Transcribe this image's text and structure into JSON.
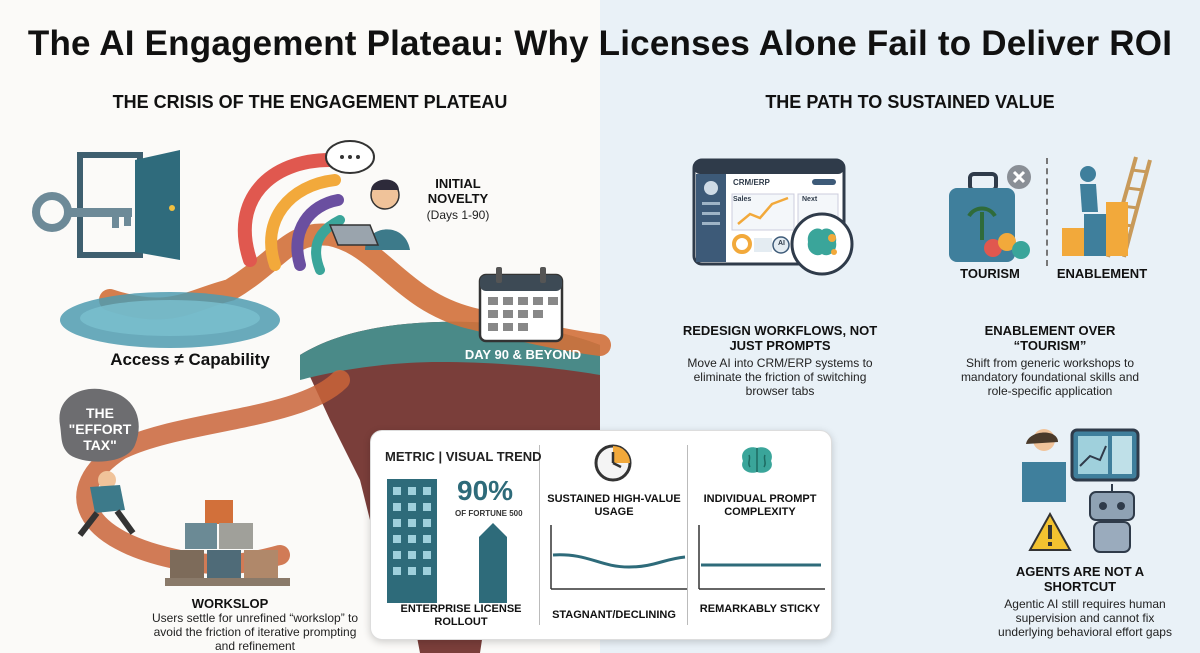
{
  "title": "The AI Engagement Plateau: Why Licenses Alone Fail to Deliver ROI",
  "left": {
    "heading": "THE CRISIS OF THE ENGAGEMENT PLATEAU",
    "access_label": "Access ≠ Capability",
    "novelty_title": "INITIAL NOVELTY",
    "novelty_sub": "(Days 1-90)",
    "day90_label": "DAY 90 & BEYOND",
    "effort_tax": "THE \"EFFORT TAX\"",
    "workslop_title": "WORKSLOP",
    "workslop_desc": "Users settle for unrefined “workslop” to avoid the friction of iterative prompting and refinement"
  },
  "card": {
    "header": "METRIC | VISUAL TREND",
    "percent": "90%",
    "percent_sub": "OF FORTUNE 500",
    "col1_label": "ENTERPRISE LICENSE ROLLOUT",
    "col2_title": "SUSTAINED HIGH-VALUE USAGE",
    "col2_label": "STAGNANT/DECLINING",
    "col3_title": "INDIVIDUAL PROMPT COMPLEXITY",
    "col3_label": "REMARKABLY STICKY"
  },
  "right": {
    "heading": "THE PATH TO SUSTAINED VALUE",
    "crm_label": "CRM/ERP",
    "crm_sales": "Sales",
    "crm_next": "Next",
    "crm_ai": "AI",
    "workflows_title": "REDESIGN WORKFLOWS, NOT JUST PROMPTS",
    "workflows_desc": "Move AI into CRM/ERP systems to eliminate the friction of switching browser tabs",
    "tourism_label": "TOURISM",
    "enablement_label": "ENABLEMENT",
    "enable_title": "ENABLEMENT OVER “TOURISM”",
    "enable_desc": "Shift from generic workshops to mandatory foundational skills and role-specific application",
    "agents_title": "AGENTS ARE NOT A SHORTCUT",
    "agents_desc": "Agentic AI still requires human supervision and cannot fix underlying behavioral effort gaps"
  },
  "colors": {
    "teal": "#2e6b7a",
    "orange": "#d2703a",
    "cliff": "#4a8a88",
    "rock": "#8a4a46",
    "warning": "#f2c230"
  },
  "icons": [
    "key-icon",
    "door-icon",
    "laptop-user-icon",
    "calendar-icon",
    "boulder-icon",
    "rubble-icon",
    "building-icon",
    "clock-icon",
    "brain-icon",
    "dashboard-icon",
    "suitcase-icon",
    "close-icon",
    "ladder-icon",
    "robot-icon",
    "warning-icon"
  ]
}
